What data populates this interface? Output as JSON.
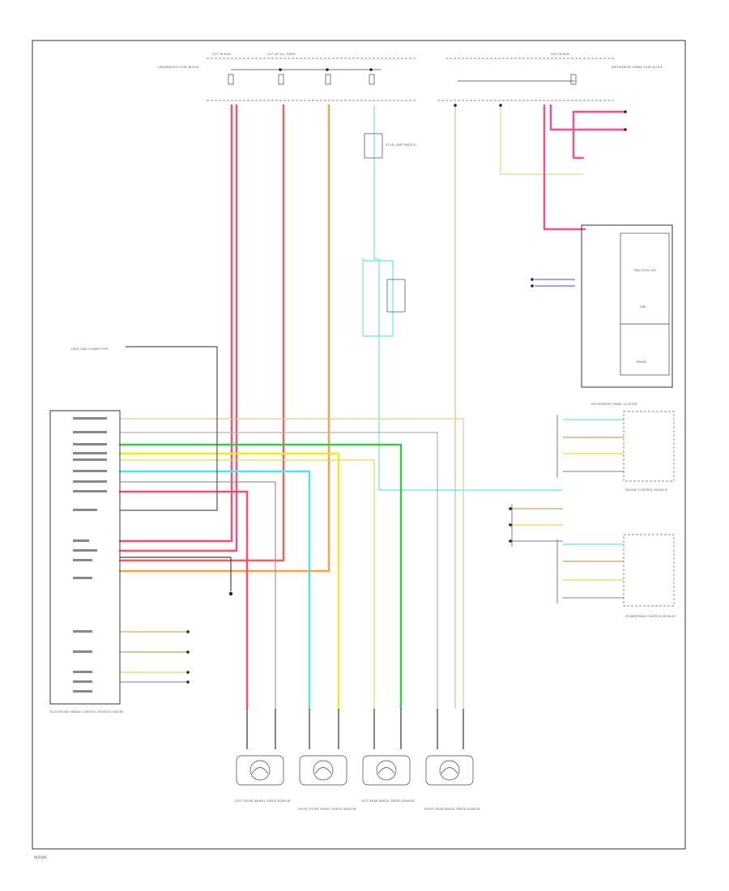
{
  "diagram": {
    "footer_code": "W2046",
    "colors": {
      "red": "#ff4d4d",
      "pink": "#ff4d8a",
      "orange": "#ff9933",
      "yellow": "#f2e600",
      "green": "#33cc33",
      "cyan": "#4de6e6",
      "tan": "#d9b36b",
      "gray": "#a6a6a6",
      "black": "#333333"
    },
    "labels": {
      "fuse_block_left": "UNDERHOOD FUSE BLOCK",
      "hot_run_left": "HOT IN RUN",
      "hot_at_all_times": "HOT AT ALL TIMES",
      "hot_run_right": "HOT IN RUN",
      "instrument_panel_fuse_block": "INSTRUMENT PANEL FUSE BLOCK",
      "ebcm_label": "ELECTRONIC BRAKE CONTROL MODULE (EBCM)",
      "dlc_label": "DATA LINK CONNECTOR",
      "ipc_label": "INSTRUMENT PANEL CLUSTER",
      "ecm_label": "ENGINE CONTROL MODULE",
      "tcm_label": "POWERTRAIN CONTROL MODULE",
      "brake_switch_label": "STOP LAMP SWITCH",
      "traction_lamp": "TRACTION OFF",
      "abs_lamp": "ABS",
      "brake_lamp": "BRAKE",
      "wss_lf": "LEFT FRONT WHEEL SPEED SENSOR",
      "wss_rf": "RIGHT FRONT WHEEL SPEED SENSOR",
      "wss_lr": "LEFT REAR WHEEL SPEED SENSOR",
      "wss_rr": "RIGHT REAR WHEEL SPEED SENSOR"
    }
  }
}
